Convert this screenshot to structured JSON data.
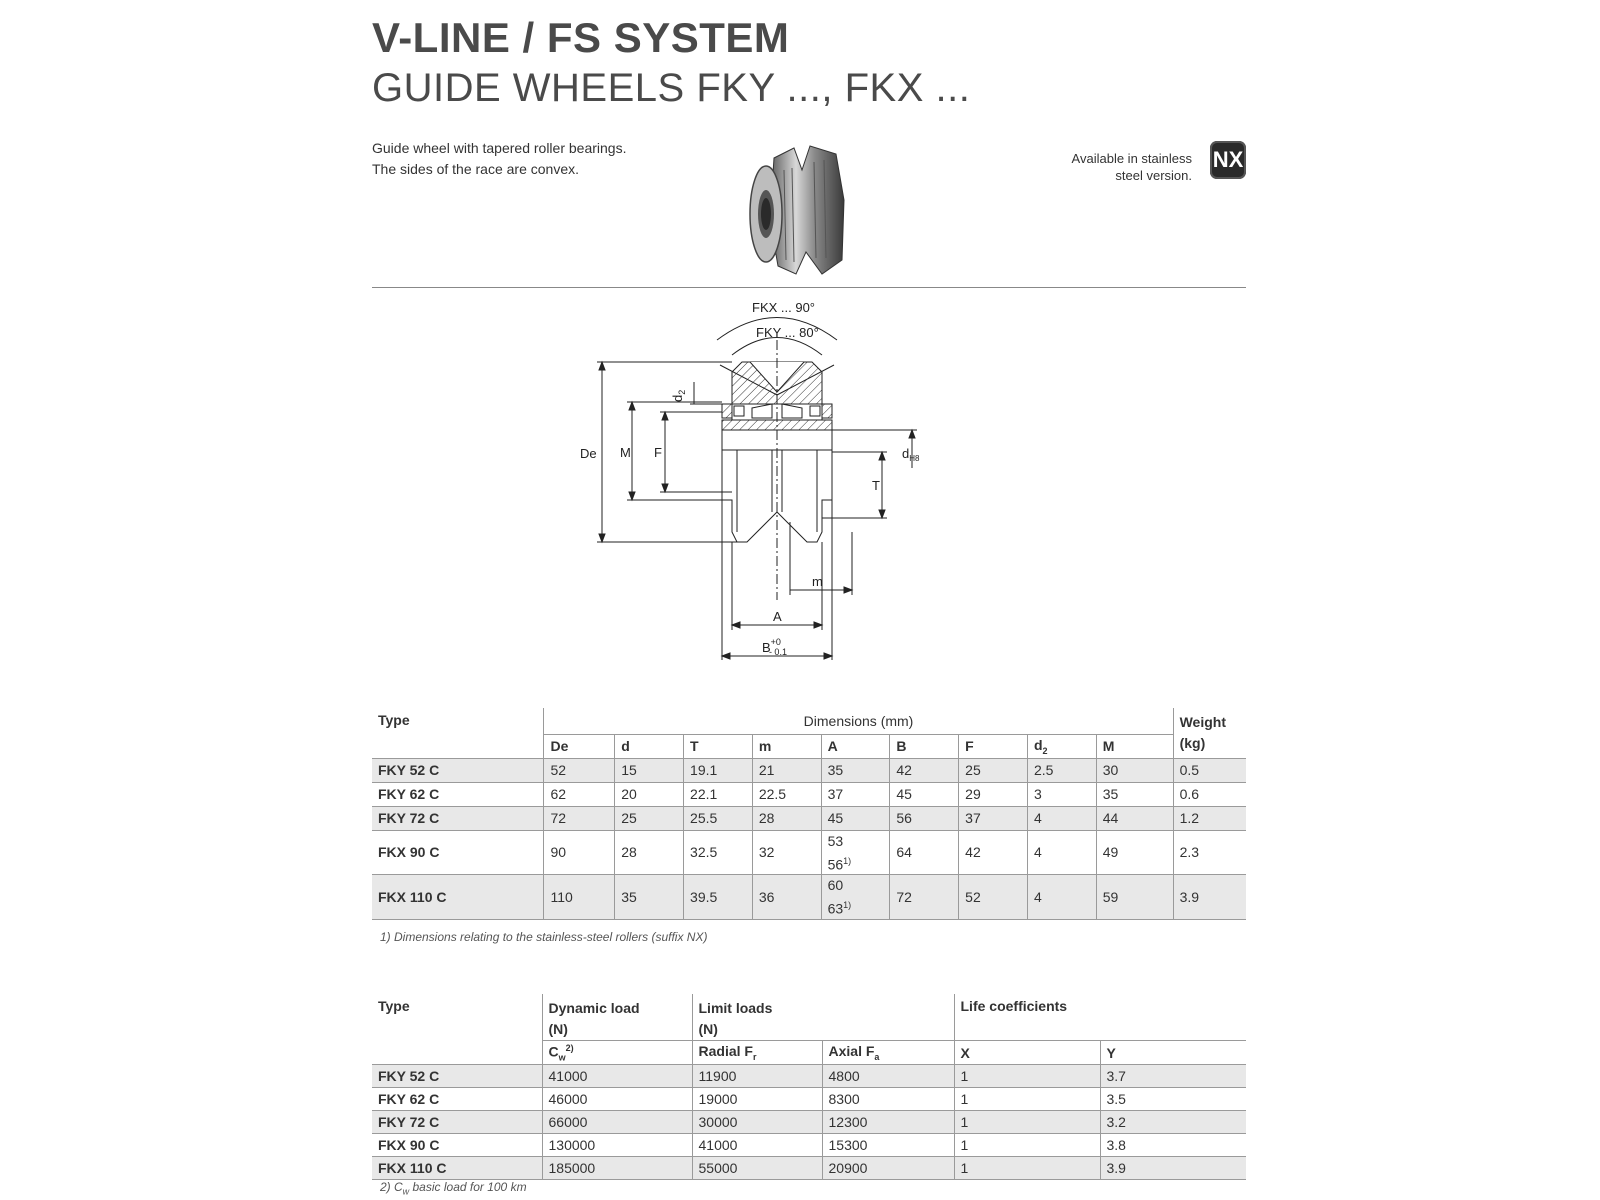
{
  "title": {
    "main": "V-LINE / FS SYSTEM",
    "sub": "GUIDE WHEELS FKY ..., FKX ..."
  },
  "intro": {
    "line1": "Guide wheel with tapered roller bearings.",
    "line2": "The sides of the race are convex."
  },
  "stainless": {
    "line1": "Available in stainless",
    "line2": "steel version.",
    "badge": "NX"
  },
  "drawing": {
    "angle_fkx": "FKX ... 90°",
    "angle_fky": "FKY ... 80°",
    "label_de": "De",
    "label_M": "M",
    "label_F": "F",
    "label_d2": "d",
    "label_d2_sub": "2",
    "label_d": "d",
    "label_d_sub": "H8",
    "label_T": "T",
    "label_m": "m",
    "label_A": "A",
    "label_B": "B",
    "label_B_tol_top": "+0",
    "label_B_tol_bottom": "- 0.1"
  },
  "dimensions_table": {
    "type_header": "Type",
    "group_header": "Dimensions (mm)",
    "weight_header": "Weight",
    "weight_unit": "(kg)",
    "columns": [
      "De",
      "d",
      "T",
      "m",
      "A",
      "B",
      "F",
      "d",
      "M"
    ],
    "d2_sub": "2",
    "rows": [
      {
        "type": "FKY 52 C",
        "De": "52",
        "d": "15",
        "T": "19.1",
        "m": "21",
        "A": "35",
        "A2": "",
        "B": "42",
        "F": "25",
        "d2": "2.5",
        "M": "30",
        "weight": "0.5"
      },
      {
        "type": "FKY 62 C",
        "De": "62",
        "d": "20",
        "T": "22.1",
        "m": "22.5",
        "A": "37",
        "A2": "",
        "B": "45",
        "F": "29",
        "d2": "3",
        "M": "35",
        "weight": "0.6"
      },
      {
        "type": "FKY 72 C",
        "De": "72",
        "d": "25",
        "T": "25.5",
        "m": "28",
        "A": "45",
        "A2": "",
        "B": "56",
        "F": "37",
        "d2": "4",
        "M": "44",
        "weight": "1.2"
      },
      {
        "type": "FKX 90 C",
        "De": "90",
        "d": "28",
        "T": "32.5",
        "m": "32",
        "A": "53",
        "A2": "56",
        "B": "64",
        "F": "42",
        "d2": "4",
        "M": "49",
        "weight": "2.3"
      },
      {
        "type": "FKX 110 C",
        "De": "110",
        "d": "35",
        "T": "39.5",
        "m": "36",
        "A": "60",
        "A2": "63",
        "B": "72",
        "F": "52",
        "d2": "4",
        "M": "59",
        "weight": "3.9"
      }
    ],
    "footnote_mark": "1)",
    "footnote": "1) Dimensions relating to the stainless-steel rollers (suffix NX)"
  },
  "loads_table": {
    "type_header": "Type",
    "dynamic_header": "Dynamic load",
    "dynamic_unit": "(N)",
    "limit_header": "Limit loads",
    "limit_unit": "(N)",
    "life_header": "Life coefficients",
    "cw_label": "C",
    "cw_sub": "w",
    "cw_sup": "2)",
    "radial_label": "Radial F",
    "radial_sub": "r",
    "axial_label": "Axial F",
    "axial_sub": "a",
    "x_label": "X",
    "y_label": "Y",
    "rows": [
      {
        "type": "FKY 52 C",
        "cw": "41000",
        "radial": "11900",
        "axial": "4800",
        "x": "1",
        "y": "3.7"
      },
      {
        "type": "FKY 62 C",
        "cw": "46000",
        "radial": "19000",
        "axial": "8300",
        "x": "1",
        "y": "3.5"
      },
      {
        "type": "FKY 72 C",
        "cw": "66000",
        "radial": "30000",
        "axial": "12300",
        "x": "1",
        "y": "3.2"
      },
      {
        "type": "FKX 90 C",
        "cw": "130000",
        "radial": "41000",
        "axial": "15300",
        "x": "1",
        "y": "3.8"
      },
      {
        "type": "FKX 110 C",
        "cw": "185000",
        "radial": "55000",
        "axial": "20900",
        "x": "1",
        "y": "3.9"
      }
    ],
    "footnote_pre": "2) C",
    "footnote_sub": "w",
    "footnote_post": " basic load for 100 km"
  }
}
